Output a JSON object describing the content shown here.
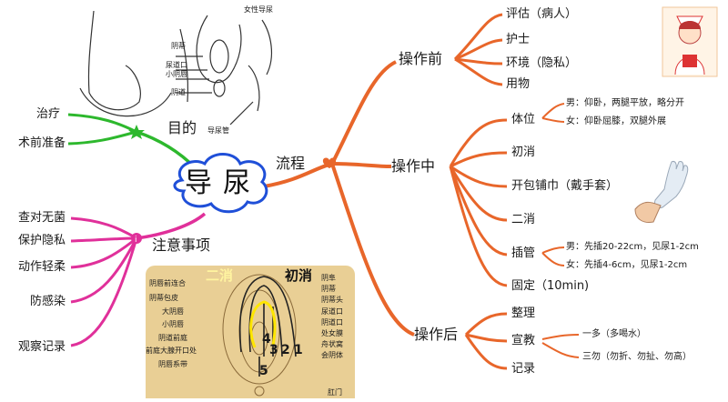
{
  "center": {
    "title": "导尿"
  },
  "branches": {
    "purpose": {
      "label": "目的",
      "items": [
        "治疗",
        "术前准备"
      ]
    },
    "process": {
      "label": "流程"
    },
    "notes": {
      "label": "注意事项",
      "items": [
        "查对无菌",
        "保护隐私",
        "动作轻柔",
        "防感染",
        "观察记录"
      ]
    }
  },
  "stages": {
    "before": {
      "label": "操作前",
      "items": [
        "评估（病人）",
        "护士",
        "环境（隐私）",
        "用物"
      ]
    },
    "during": {
      "label": "操作中",
      "position": {
        "label": "体位",
        "male": "男：仰卧，两腿平放，略分开",
        "female": "女：仰卧屈膝，双腿外展"
      },
      "first_disinfect": "初消",
      "open_pack": "开包铺巾（戴手套）",
      "second_disinfect": "二消",
      "insert": {
        "label": "插管",
        "male": "男：先插20-22cm，见尿1-2cm",
        "female": "女：先插4-6cm，见尿1-2cm"
      },
      "fix": "固定（10min)"
    },
    "after": {
      "label": "操作后",
      "tidy": "整理",
      "educate": {
        "label": "宣教",
        "more": "一多（多喝水）",
        "three_nots": "三勿（勿折、勿扯、勿高）"
      },
      "record": "记录"
    }
  },
  "male_diagram": {
    "title": "女性导尿",
    "labels": [
      "阴蒂",
      "尿道口",
      "小阴唇",
      "阴道",
      "导尿管"
    ]
  },
  "female_diagram": {
    "labels_left": [
      "阴唇前连合",
      "阴蒂包皮",
      "大阴唇",
      "小阴唇",
      "阴道前庭",
      "前庭大腺开口处",
      "阴唇系带"
    ],
    "labels_right": [
      "阴阜",
      "阴蒂",
      "阴蒂头",
      "尿道口",
      "阴道口",
      "处女膜",
      "舟状窝",
      "会阴体",
      "肛门"
    ],
    "overlay_first": "初消",
    "overlay_second": "二消",
    "numbers": [
      "1",
      "2",
      "3",
      "4",
      "5"
    ]
  },
  "colors": {
    "orange": "#e8662a",
    "green": "#2db82d",
    "magenta": "#e0309a",
    "blue_cloud": "#1f4fd8"
  }
}
